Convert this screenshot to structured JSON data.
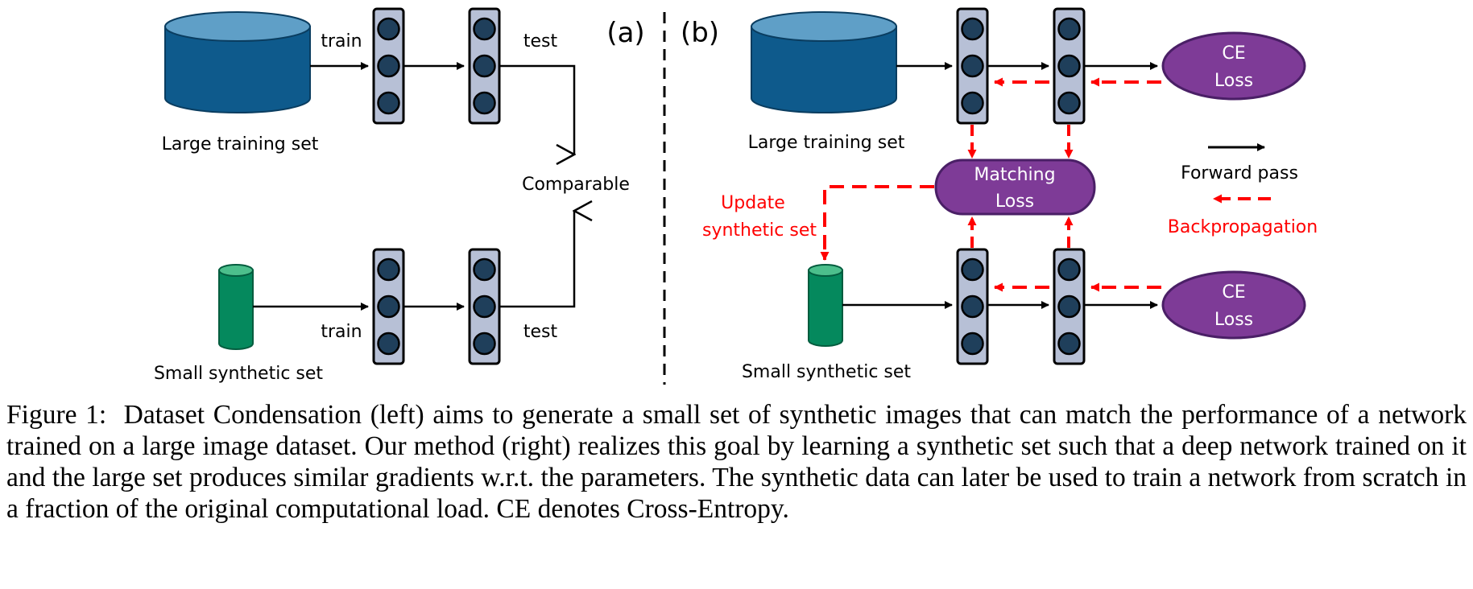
{
  "panel_a": {
    "tag": "(a)",
    "large_set_label": "Large training set",
    "small_set_label": "Small synthetic set",
    "train_top": "train",
    "test_top": "test",
    "train_bottom": "train",
    "test_bottom": "test",
    "comparable": "Comparable"
  },
  "panel_b": {
    "tag": "(b)",
    "large_set_label": "Large training set",
    "small_set_label": "Small synthetic set",
    "ce_loss_top": [
      "CE",
      "Loss"
    ],
    "ce_loss_bottom": [
      "CE",
      "Loss"
    ],
    "matching_loss": [
      "Matching",
      "Loss"
    ],
    "update": [
      "Update",
      "synthetic set"
    ],
    "legend_forward": "Forward pass",
    "legend_backprop": "Backpropagation"
  },
  "colors": {
    "large_cylinder": "#0e5a8c",
    "large_cylinder_top": "#5f9fc7",
    "small_cylinder": "#05895d",
    "small_cylinder_top": "#4cbf8c",
    "network_fill": "#b7c0d6",
    "node_fill": "#1f3f5b",
    "loss_fill": "#7e3b97",
    "loss_stroke": "#4a1f66",
    "backprop": "#ff0000"
  },
  "caption": {
    "label": "Figure 1:",
    "text": "Dataset Condensation (left) aims to generate a small set of synthetic images that can match the performance of a network trained on a large image dataset. Our method (right) realizes this goal by learning a synthetic set such that a deep network trained on it and the large set produces similar gradients w.r.t. the parameters. The synthetic data can later be used to train a network from scratch in a fraction of the original computational load. CE denotes Cross-Entropy."
  }
}
